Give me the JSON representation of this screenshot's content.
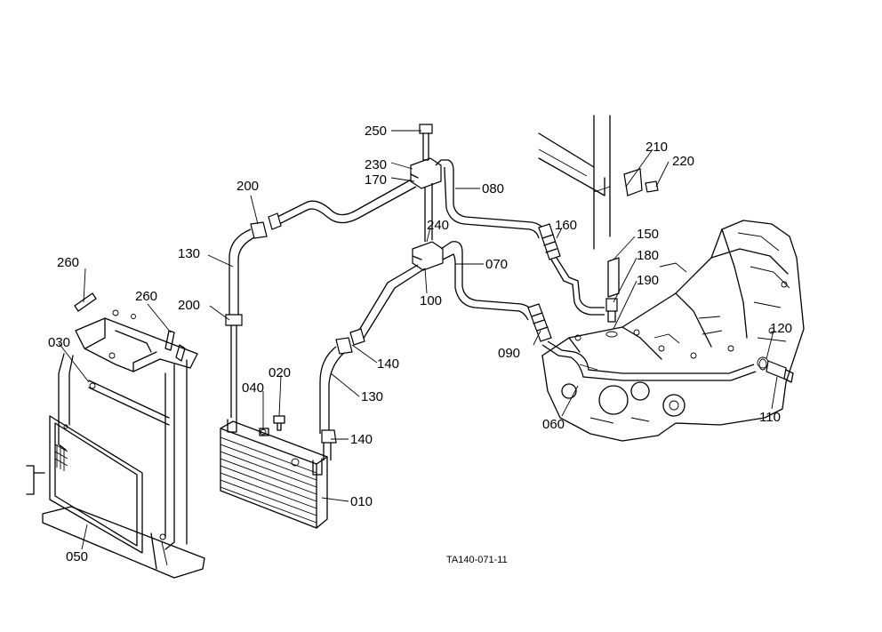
{
  "diagram": {
    "drawing_code": "TA140-071-11",
    "parts": [
      {
        "id": "p250",
        "label": "250"
      },
      {
        "id": "p230",
        "label": "230"
      },
      {
        "id": "p170",
        "label": "170"
      },
      {
        "id": "p080",
        "label": "080"
      },
      {
        "id": "p210",
        "label": "210"
      },
      {
        "id": "p220",
        "label": "220"
      },
      {
        "id": "p200a",
        "label": "200"
      },
      {
        "id": "p240",
        "label": "240"
      },
      {
        "id": "p160",
        "label": "160"
      },
      {
        "id": "p150",
        "label": "150"
      },
      {
        "id": "p130a",
        "label": "130"
      },
      {
        "id": "p070",
        "label": "070"
      },
      {
        "id": "p180",
        "label": "180"
      },
      {
        "id": "p260a",
        "label": "260"
      },
      {
        "id": "p100",
        "label": "100"
      },
      {
        "id": "p190",
        "label": "190"
      },
      {
        "id": "p260b",
        "label": "260"
      },
      {
        "id": "p200b",
        "label": "200"
      },
      {
        "id": "p090",
        "label": "090"
      },
      {
        "id": "p120",
        "label": "120"
      },
      {
        "id": "p030",
        "label": "030"
      },
      {
        "id": "p140a",
        "label": "140"
      },
      {
        "id": "p040",
        "label": "040"
      },
      {
        "id": "p020",
        "label": "020"
      },
      {
        "id": "p130b",
        "label": "130"
      },
      {
        "id": "p060",
        "label": "060"
      },
      {
        "id": "p110",
        "label": "110"
      },
      {
        "id": "p140b",
        "label": "140"
      },
      {
        "id": "p010",
        "label": "010"
      },
      {
        "id": "p050",
        "label": "050"
      }
    ]
  }
}
